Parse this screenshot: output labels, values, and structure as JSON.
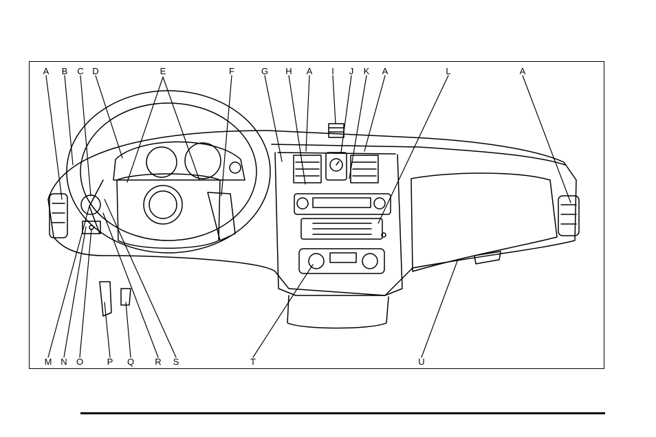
{
  "colors": {
    "ink": "#000000",
    "paper": "#ffffff"
  },
  "diagram": {
    "top_labels": [
      "A",
      "B",
      "C",
      "D",
      "E",
      "F",
      "G",
      "H",
      "A",
      "I",
      "J",
      "K",
      "A",
      "L",
      "A"
    ],
    "bottom_labels": [
      "M",
      "N",
      "O",
      "P",
      "Q",
      "R",
      "S",
      "T",
      "U"
    ]
  }
}
